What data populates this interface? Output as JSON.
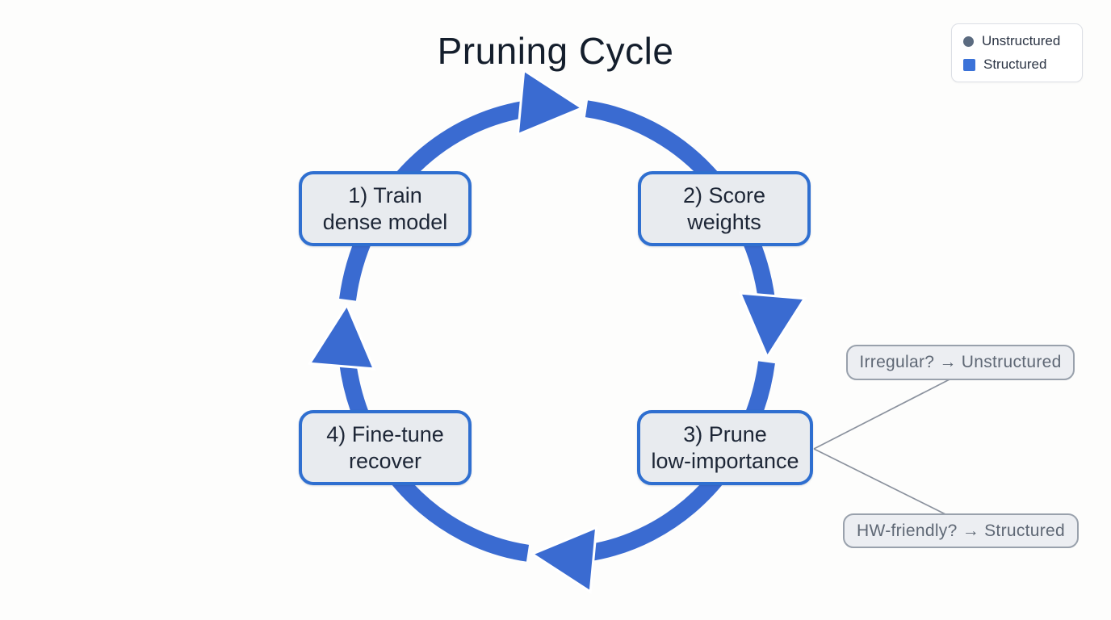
{
  "title": "Pruning Cycle",
  "legend": {
    "items": [
      {
        "label": "Unstructured",
        "marker": "circle-marker-icon",
        "marker_color": "#5b6b80"
      },
      {
        "label": "Structured",
        "marker": "square-marker-icon",
        "marker_color": "#3b72d8"
      }
    ]
  },
  "cycle": {
    "direction": "clockwise",
    "steps": [
      {
        "line1": "1) Train",
        "line2": "dense model"
      },
      {
        "line1": "2) Score",
        "line2": "weights"
      },
      {
        "line1": "3) Prune",
        "line2": "low-importance"
      },
      {
        "line1": "4) Fine-tune",
        "line2": "recover"
      }
    ]
  },
  "callouts": [
    {
      "label": "Irregular? → Unstructured"
    },
    {
      "label": "HW-friendly? → Structured"
    }
  ],
  "colors": {
    "arrow_blue": "#3a6bd1",
    "box_border_blue": "#2f6fd0",
    "box_fill": "#e8ebef",
    "callout_border": "#99a1ac",
    "callout_text": "#5f6875",
    "connector_gray": "#8b929e",
    "title_text": "#141e2c"
  }
}
